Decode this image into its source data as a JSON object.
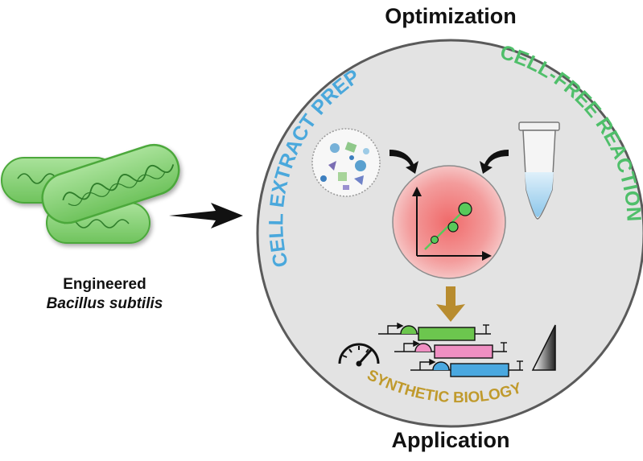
{
  "titles": {
    "top": "Optimization",
    "bottom": "Application"
  },
  "organism": {
    "line1": "Engineered",
    "line2": "Bacillus subtilis"
  },
  "arc_labels": {
    "left": "CELL EXTRACT PREP",
    "right": "CELL-FREE REACTION",
    "bottom": "SYNTHETIC BIOLOGY"
  },
  "colors": {
    "left_arc": "#4aa8dc",
    "right_arc": "#4fbf6a",
    "bottom_arc": "#c09a2c",
    "circle_fill": "#e3e3e3",
    "bacteria": "#7ccd6e",
    "gene_green": "#6cc64e",
    "gene_pink": "#ef8fc2",
    "gene_blue": "#4aa8e0",
    "center_red": "#f08080"
  },
  "icons": [
    "bacteria-icon",
    "arrow-right-icon",
    "extract-bubble-icon",
    "curved-arrow-icon",
    "tube-icon",
    "graph-icon",
    "down-arrow-icon",
    "gene-circuit-icon",
    "speedometer-icon",
    "gradient-triangle-icon"
  ]
}
